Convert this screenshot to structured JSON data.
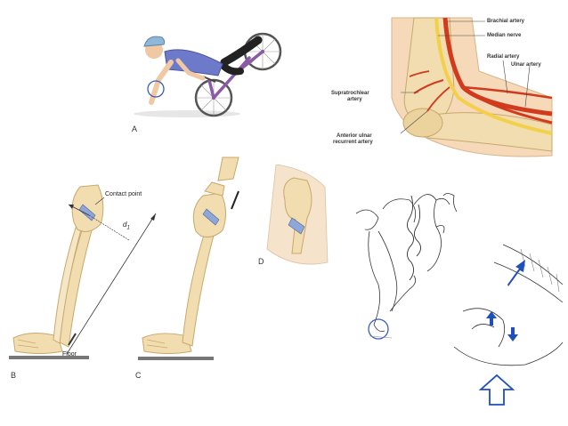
{
  "panels": {
    "A": {
      "letter": "A"
    },
    "B": {
      "letter": "B",
      "contact_point": "Contact point",
      "distance": "d",
      "distance_sub": "1",
      "floor": "Floor"
    },
    "C": {
      "letter": "C"
    },
    "D": {
      "letter": "D"
    }
  },
  "anatomy": {
    "brachial_artery": "Brachial artery",
    "median_nerve": "Median nerve",
    "radial_artery": "Radial artery",
    "ulnar_artery": "Ulnar artery",
    "supratrochlear_1": "Supratrochlear",
    "supratrochlear_2": "artery",
    "anterior_ulnar_1": "Anterior ulnar",
    "anterior_ulnar_2": "recurrent artery"
  },
  "colors": {
    "bone": "#f1ddb0",
    "bone_outline": "#c9a86b",
    "artery": "#d23a1e",
    "nerve": "#f2d04a",
    "arrow": "#1f4fb8",
    "circle": "#3a5fb8",
    "shirt": "#6d79c9",
    "bike": "#8a5aa6"
  }
}
